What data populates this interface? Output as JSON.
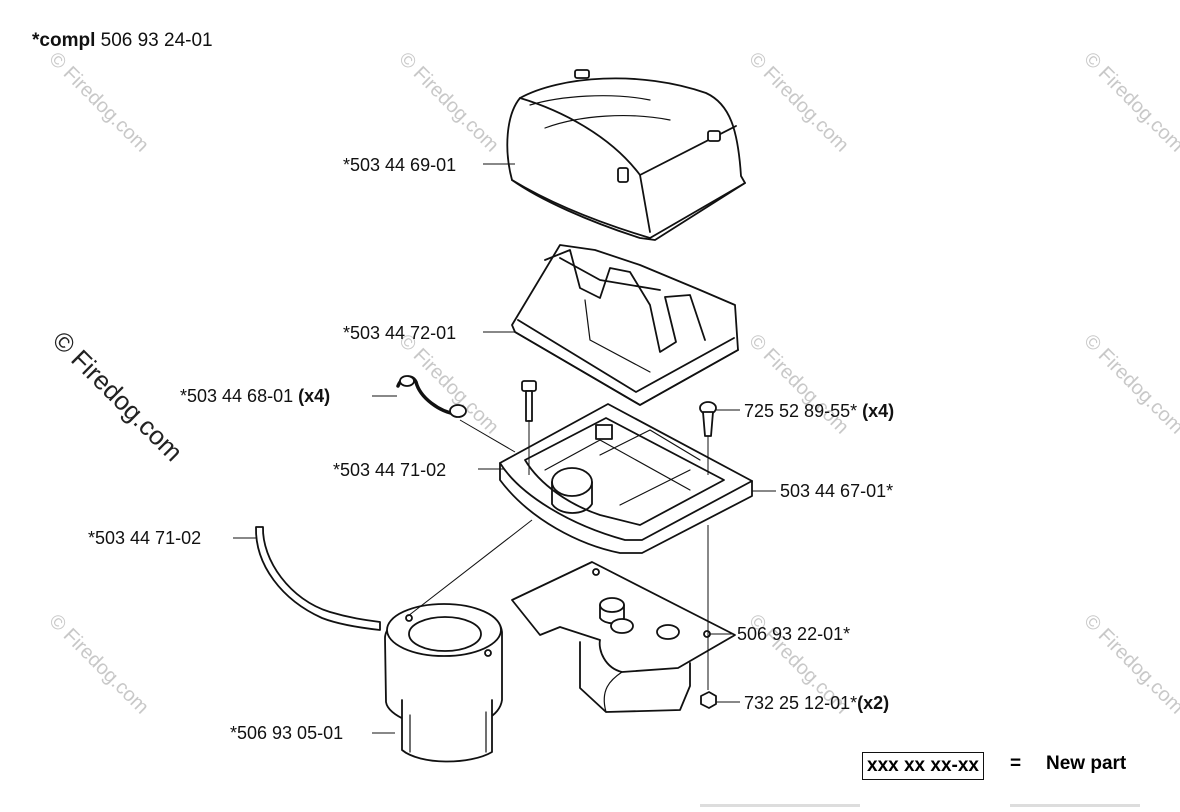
{
  "assembly": {
    "prefix": "*compl",
    "number": "506 93 24-01"
  },
  "watermark": {
    "text": "© Firedog.com"
  },
  "callouts": [
    {
      "id": "cover",
      "number": "*503 44 69-01",
      "qty": ""
    },
    {
      "id": "filter",
      "number": "*503 44 72-01",
      "qty": ""
    },
    {
      "id": "clip",
      "number": "*503 44 68-01",
      "qty": "(x4)"
    },
    {
      "id": "screw-top",
      "number": "725 52 89-55*",
      "qty": "(x4)"
    },
    {
      "id": "gasket-top",
      "number": "*503 44 71-02",
      "qty": ""
    },
    {
      "id": "base",
      "number": "503 44 67-01*",
      "qty": ""
    },
    {
      "id": "gasket-strip",
      "number": "*503 44 71-02",
      "qty": ""
    },
    {
      "id": "bracket",
      "number": "506 93 22-01*",
      "qty": ""
    },
    {
      "id": "nut",
      "number": "732 25 12-01*",
      "qty": "(x2)"
    },
    {
      "id": "intake",
      "number": "*506 93 05-01",
      "qty": ""
    }
  ],
  "legend": {
    "code": "xxx xx xx-xx",
    "equals": "=",
    "meaning": "New part"
  }
}
